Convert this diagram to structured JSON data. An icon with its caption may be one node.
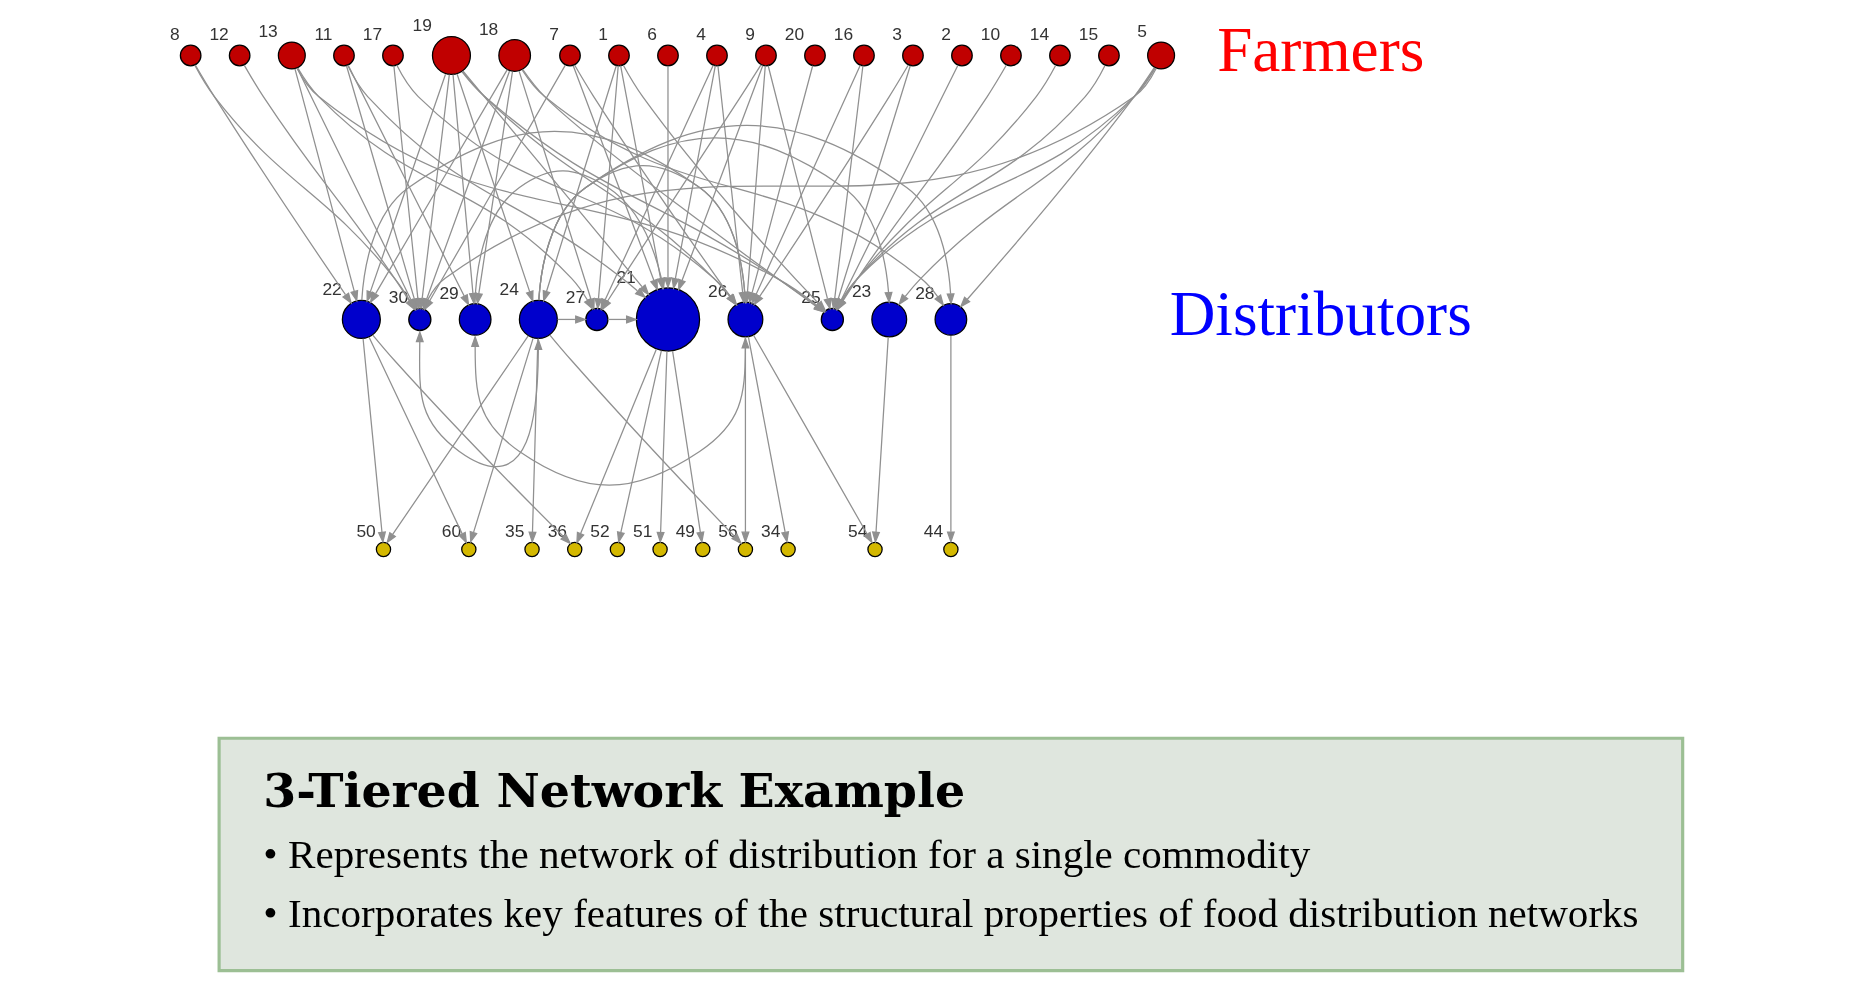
{
  "diagram": {
    "nodes": [
      {
        "text": [],
        "shape": "circle",
        "beside": [
          "1"
        ]
      },
      {
        "text": [],
        "shape": "circle",
        "beside": [
          "2"
        ]
      },
      {
        "text": [],
        "shape": "circle",
        "beside": [
          "3"
        ]
      },
      {
        "text": [],
        "shape": "circle",
        "beside": [
          "4"
        ]
      },
      {
        "text": [],
        "shape": "circle",
        "beside": [
          "5"
        ]
      },
      {
        "text": [],
        "shape": "circle",
        "beside": [
          "6"
        ]
      },
      {
        "text": [],
        "shape": "circle",
        "beside": [
          "7"
        ]
      },
      {
        "text": [],
        "shape": "circle",
        "beside": [
          "8"
        ]
      },
      {
        "text": [],
        "shape": "circle",
        "beside": [
          "9"
        ]
      },
      {
        "text": [],
        "shape": "circle",
        "beside": [
          "10"
        ]
      },
      {
        "text": [],
        "shape": "circle",
        "beside": [
          "11"
        ]
      },
      {
        "text": [],
        "shape": "circle",
        "beside": [
          "12"
        ]
      },
      {
        "text": [],
        "shape": "circle",
        "beside": [
          "13"
        ]
      },
      {
        "text": [],
        "shape": "circle",
        "beside": [
          "14"
        ]
      },
      {
        "text": [],
        "shape": "circle",
        "beside": [
          "15"
        ]
      },
      {
        "text": [],
        "shape": "circle",
        "beside": [
          "16"
        ]
      },
      {
        "text": [],
        "shape": "circle",
        "beside": [
          "17"
        ]
      },
      {
        "text": [],
        "shape": "circle",
        "beside": [
          "18"
        ]
      },
      {
        "text": [],
        "shape": "circle",
        "beside": [
          "19"
        ]
      },
      {
        "text": [],
        "shape": "circle",
        "beside": [
          "20"
        ]
      },
      {
        "text": [],
        "shape": "circle",
        "beside": [
          "21"
        ]
      },
      {
        "text": [],
        "shape": "circle",
        "beside": [
          "22"
        ]
      },
      {
        "text": [],
        "shape": "circle",
        "beside": [
          "23"
        ]
      },
      {
        "text": [],
        "shape": "circle",
        "beside": [
          "24"
        ]
      },
      {
        "text": [],
        "shape": "circle",
        "beside": [
          "25"
        ]
      },
      {
        "text": [],
        "shape": "circle",
        "beside": [
          "26"
        ]
      },
      {
        "text": [],
        "shape": "circle",
        "beside": [
          "27"
        ]
      },
      {
        "text": [],
        "shape": "circle",
        "beside": [
          "28"
        ]
      },
      {
        "text": [],
        "shape": "circle",
        "beside": [
          "29"
        ]
      },
      {
        "text": [],
        "shape": "circle",
        "beside": [
          "30"
        ]
      },
      {
        "text": [],
        "shape": "circle",
        "beside": [
          "52"
        ]
      },
      {
        "text": [],
        "shape": "circle",
        "beside": [
          "51"
        ]
      },
      {
        "text": [],
        "shape": "circle",
        "beside": [
          "50"
        ]
      },
      {
        "text": [],
        "shape": "circle",
        "beside": [
          "60"
        ]
      },
      {
        "text": [],
        "shape": "circle",
        "beside": [
          "35"
        ]
      },
      {
        "text": [],
        "shape": "circle",
        "beside": [
          "44"
        ]
      },
      {
        "text": [],
        "shape": "circle",
        "beside": [
          "56"
        ]
      },
      {
        "text": [],
        "shape": "circle",
        "beside": [
          "34"
        ]
      },
      {
        "text": [],
        "shape": "circle",
        "beside": [
          "54"
        ]
      },
      {
        "text": [],
        "shape": "circle",
        "beside": [
          "36"
        ]
      },
      {
        "text": [],
        "shape": "circle",
        "beside": [
          "49"
        ]
      },
      {
        "text": [
          "3-Tiered Network Example",
          "• Represents the network of distribution for a single commodity",
          "• Incorporates key features of the structural properties of food distribution networks"
        ]
      }
    ],
    "edges": [
      {
        "from": 8,
        "to": 20,
        "arrow": "to"
      },
      {
        "from": 8,
        "to": 26,
        "arrow": "to"
      },
      {
        "from": 8,
        "to": 25,
        "arrow": "to"
      },
      {
        "from": 8,
        "to": 24,
        "arrow": "to"
      },
      {
        "from": 3,
        "to": 20,
        "arrow": "to"
      },
      {
        "from": 3,
        "to": 26,
        "arrow": "to"
      },
      {
        "from": 3,
        "to": 25,
        "arrow": "to"
      },
      {
        "from": 5,
        "to": 20,
        "arrow": "to"
      },
      {
        "from": 7,
        "to": 21,
        "arrow": "to"
      },
      {
        "from": 7,
        "to": 29,
        "arrow": "to"
      },
      {
        "from": 12,
        "to": 26,
        "arrow": "to"
      },
      {
        "from": 12,
        "to": 21,
        "arrow": "to"
      },
      {
        "from": 12,
        "to": 29,
        "arrow": "to"
      },
      {
        "from": 12,
        "to": 24,
        "arrow": "to"
      },
      {
        "from": 0,
        "to": 20,
        "arrow": "to"
      },
      {
        "from": 0,
        "to": 26,
        "arrow": "to"
      },
      {
        "from": 0,
        "to": 23,
        "arrow": "to"
      },
      {
        "from": 0,
        "to": 24,
        "arrow": "to"
      },
      {
        "from": 18,
        "to": 20,
        "arrow": "to"
      },
      {
        "from": 18,
        "to": 21,
        "arrow": "to"
      },
      {
        "from": 18,
        "to": 29,
        "arrow": "to"
      },
      {
        "from": 18,
        "to": 23,
        "arrow": "to"
      },
      {
        "from": 18,
        "to": 25,
        "arrow": "to"
      },
      {
        "from": 18,
        "to": 28,
        "arrow": "to"
      },
      {
        "from": 18,
        "to": 24,
        "arrow": "to"
      },
      {
        "from": 6,
        "to": 20,
        "arrow": "to"
      },
      {
        "from": 6,
        "to": 29,
        "arrow": "to"
      },
      {
        "from": 6,
        "to": 25,
        "arrow": "to"
      },
      {
        "from": 17,
        "to": 26,
        "arrow": "to"
      },
      {
        "from": 17,
        "to": 21,
        "arrow": "to"
      },
      {
        "from": 17,
        "to": 29,
        "arrow": "to"
      },
      {
        "from": 17,
        "to": 27,
        "arrow": "to"
      },
      {
        "from": 17,
        "to": 28,
        "arrow": "to"
      },
      {
        "from": 17,
        "to": 24,
        "arrow": "to"
      },
      {
        "from": 10,
        "to": 20,
        "arrow": "to"
      },
      {
        "from": 10,
        "to": 29,
        "arrow": "to"
      },
      {
        "from": 10,
        "to": 28,
        "arrow": "to"
      },
      {
        "from": 11,
        "to": 29,
        "arrow": "to"
      },
      {
        "from": 16,
        "to": 29,
        "arrow": "to"
      },
      {
        "from": 16,
        "to": 25,
        "arrow": "to"
      },
      {
        "from": 15,
        "to": 25,
        "arrow": "to"
      },
      {
        "from": 15,
        "to": 24,
        "arrow": "to"
      },
      {
        "from": 19,
        "to": 25,
        "arrow": "to"
      },
      {
        "from": 2,
        "to": 25,
        "arrow": "to"
      },
      {
        "from": 2,
        "to": 24,
        "arrow": "to"
      },
      {
        "from": 13,
        "to": 24,
        "arrow": "to"
      },
      {
        "from": 9,
        "to": 24,
        "arrow": "to"
      },
      {
        "from": 14,
        "to": 24,
        "arrow": "to"
      },
      {
        "from": 1,
        "to": 24,
        "arrow": "to"
      },
      {
        "from": 4,
        "to": 29,
        "arrow": "to"
      },
      {
        "from": 4,
        "to": 27,
        "arrow": "to"
      },
      {
        "from": 4,
        "to": 22,
        "arrow": "to"
      },
      {
        "from": 4,
        "to": 24,
        "arrow": "to"
      },
      {
        "from": 29,
        "to": 23,
        "arrow": "both"
      },
      {
        "from": 28,
        "to": 25,
        "arrow": "both"
      },
      {
        "from": 23,
        "to": 26,
        "arrow": "to"
      },
      {
        "from": 23,
        "to": 27,
        "arrow": "to"
      },
      {
        "from": 23,
        "to": 25,
        "arrow": "to"
      },
      {
        "from": 21,
        "to": 25,
        "arrow": "to"
      },
      {
        "from": 28,
        "to": 20,
        "arrow": "to"
      },
      {
        "from": 23,
        "to": 22,
        "arrow": "to"
      },
      {
        "from": 26,
        "to": 20,
        "arrow": "to"
      },
      {
        "from": 20,
        "to": 30,
        "arrow": "to"
      },
      {
        "from": 20,
        "to": 31,
        "arrow": "to"
      },
      {
        "from": 20,
        "to": 39,
        "arrow": "to"
      },
      {
        "from": 20,
        "to": 40,
        "arrow": "to"
      },
      {
        "from": 21,
        "to": 39,
        "arrow": "to"
      },
      {
        "from": 21,
        "to": 32,
        "arrow": "to"
      },
      {
        "from": 21,
        "to": 33,
        "arrow": "to"
      },
      {
        "from": 23,
        "to": 32,
        "arrow": "to"
      },
      {
        "from": 23,
        "to": 33,
        "arrow": "to"
      },
      {
        "from": 23,
        "to": 34,
        "arrow": "to"
      },
      {
        "from": 23,
        "to": 36,
        "arrow": "to"
      },
      {
        "from": 27,
        "to": 35,
        "arrow": "to"
      },
      {
        "from": 25,
        "to": 36,
        "arrow": "to"
      },
      {
        "from": 25,
        "to": 37,
        "arrow": "to"
      },
      {
        "from": 22,
        "to": 38,
        "arrow": "to"
      },
      {
        "from": 25,
        "to": 38,
        "arrow": "to"
      }
    ],
    "labels": [
      "Farmers",
      "Distributors"
    ]
  }
}
